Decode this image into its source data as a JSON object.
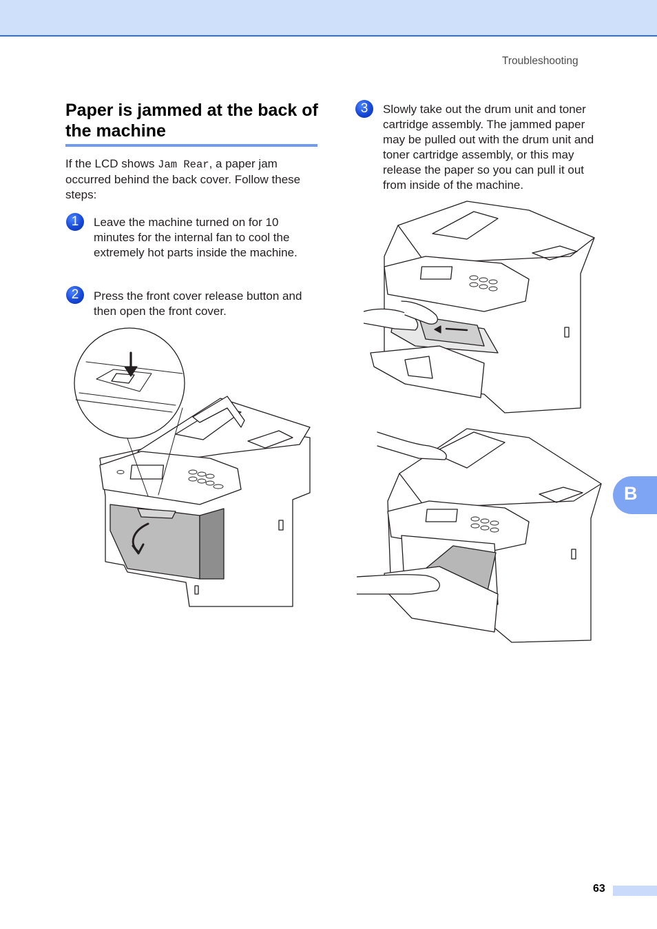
{
  "header": {
    "running_title": "Troubleshooting"
  },
  "section": {
    "title": "Paper is jammed at the back of the machine"
  },
  "intro": {
    "before_code": "If the LCD shows ",
    "code": "Jam Rear",
    "after_code": ", a paper jam occurred behind the back cover. Follow these steps:"
  },
  "steps": [
    {
      "number": "1",
      "text": "Leave the machine turned on for 10 minutes for the internal fan to cool the extremely hot parts inside the machine."
    },
    {
      "number": "2",
      "text": "Press the front cover release button and then open the front cover."
    },
    {
      "number": "3",
      "text": "Slowly take out the drum unit and toner cartridge assembly. The jammed paper may be pulled out with the drum unit and toner cartridge assembly, or this may release the paper so you can pull it out from inside of the machine."
    }
  ],
  "side_tab": {
    "label": "B"
  },
  "footer": {
    "page_number": "63"
  },
  "colors": {
    "accent": "#2f6fe4",
    "band": "#cfe0fb",
    "rule": "#6f9bf0",
    "badge": "#1748d8"
  }
}
